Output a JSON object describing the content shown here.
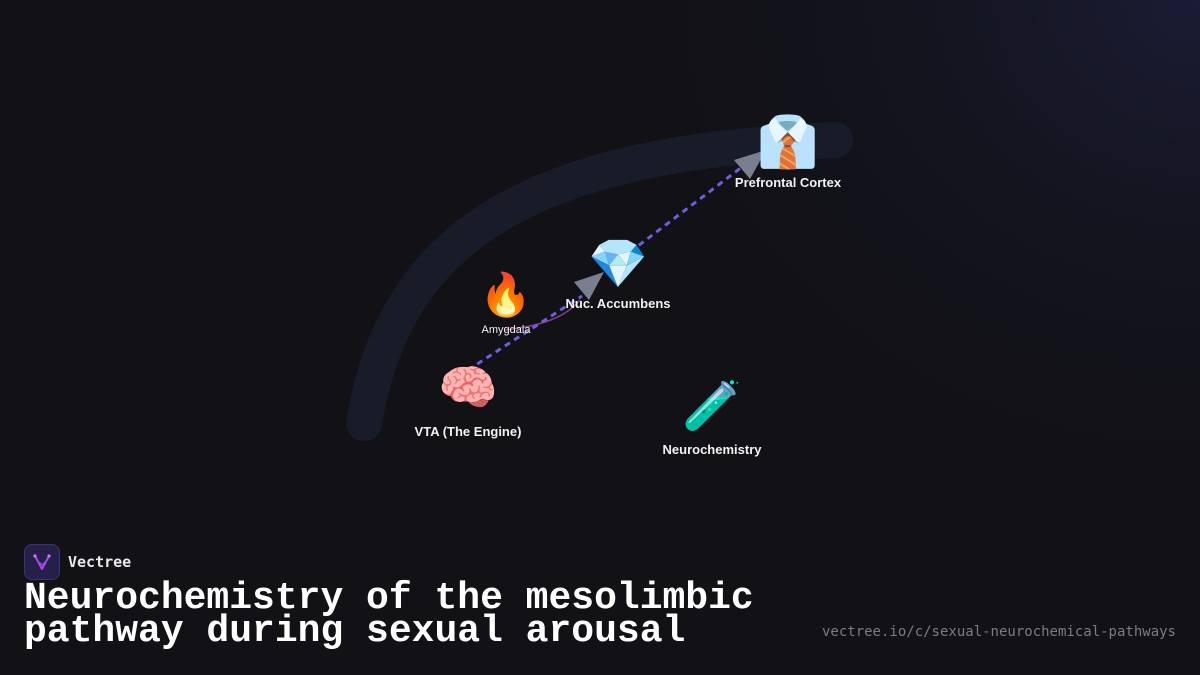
{
  "nodes": [
    {
      "id": "prefrontal",
      "label": "Prefrontal Cortex",
      "icon": "necktie-shirt-icon",
      "glyph": "👔"
    },
    {
      "id": "nucleus-accumbens",
      "label": "Nuc. Accumbens",
      "icon": "gem-icon",
      "glyph": "💎"
    },
    {
      "id": "amygdala",
      "label": "Amygdala",
      "icon": "fire-icon",
      "glyph": "🔥"
    },
    {
      "id": "vta",
      "label": "VTA (The Engine)",
      "icon": "brain-icon",
      "glyph": "🧠"
    },
    {
      "id": "neurochemistry",
      "label": "Neurochemistry",
      "icon": "test-tube-icon",
      "glyph": "🧪"
    }
  ],
  "edges": [
    {
      "from": "vta",
      "to": "nucleus-accumbens",
      "style": "dashed",
      "color": "#6a5ee8"
    },
    {
      "from": "nucleus-accumbens",
      "to": "prefrontal",
      "style": "dashed",
      "color": "#6a5ee8"
    },
    {
      "from": "amygdala",
      "to": "nucleus-accumbens",
      "style": "curve",
      "color": "#8a3f7a"
    }
  ],
  "brand": {
    "name": "Vectree",
    "icon": "vectree-logo-icon"
  },
  "title": "Neurochemistry of the mesolimbic pathway during sexual arousal",
  "url": "vectree.io/c/sexual-neurochemical-pathways",
  "colors": {
    "background": "#111116",
    "arc": "#181c28",
    "arrow": "#6a5ee8",
    "arrowhead": "#7a7f90"
  }
}
